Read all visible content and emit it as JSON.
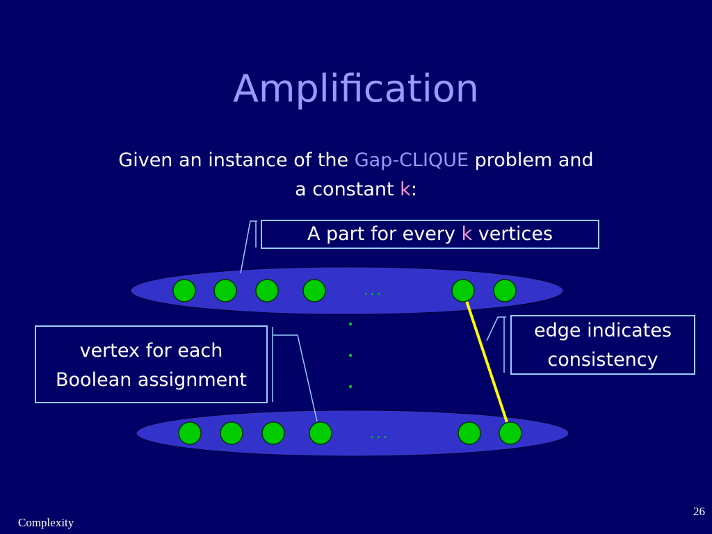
{
  "slide": {
    "title": "Amplification",
    "intro": {
      "line1_pre": "Given an instance of the ",
      "line1_term": "Gap-CLIQUE",
      "line1_post": " problem and",
      "line2_pre": "a constant ",
      "line2_var": "k",
      "line2_post": ":"
    },
    "callouts": {
      "part_pre": "A part for every ",
      "part_var": "k",
      "part_post": " vertices",
      "vertex_line1": "vertex for each",
      "vertex_line2": "Boolean assignment",
      "edge_line1": "edge indicates",
      "edge_line2": "consistency"
    },
    "ellipsis_top": "...",
    "ellipsis_bottom": "...",
    "footer": "Complexity",
    "page_number": "26"
  },
  "colors": {
    "background": "#000066",
    "title": "#9999ff",
    "term_highlight": "#9999ff",
    "var_highlight": "#ff99cc",
    "part_fill": "#3333cc",
    "vertex_fill": "#00cc00",
    "edge": "#ffff00",
    "callout_border": "#99ccff",
    "dots": "#00cc00"
  }
}
